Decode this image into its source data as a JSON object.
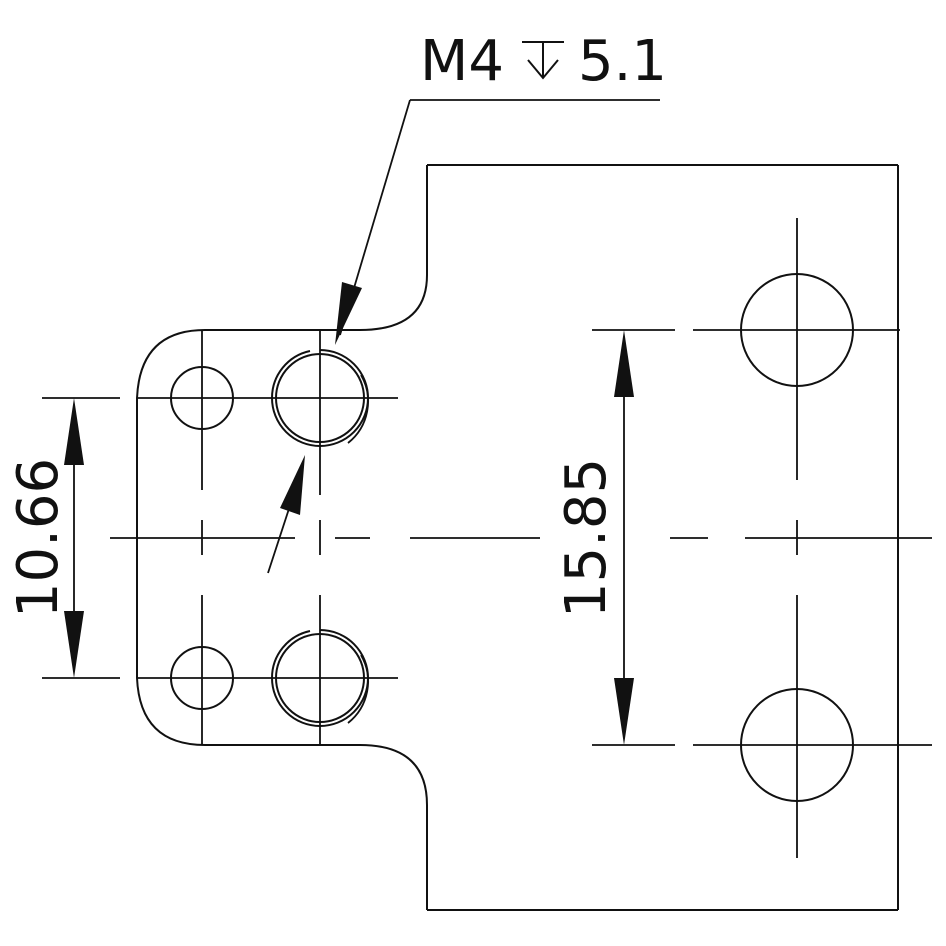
{
  "callout": {
    "thread": "M4",
    "depth_symbol": "↧",
    "depth_value": "5.1"
  },
  "dimensions": {
    "left_vertical": "10.66",
    "right_vertical": "15.85"
  },
  "colors": {
    "line": "#111111",
    "background": "#ffffff"
  }
}
